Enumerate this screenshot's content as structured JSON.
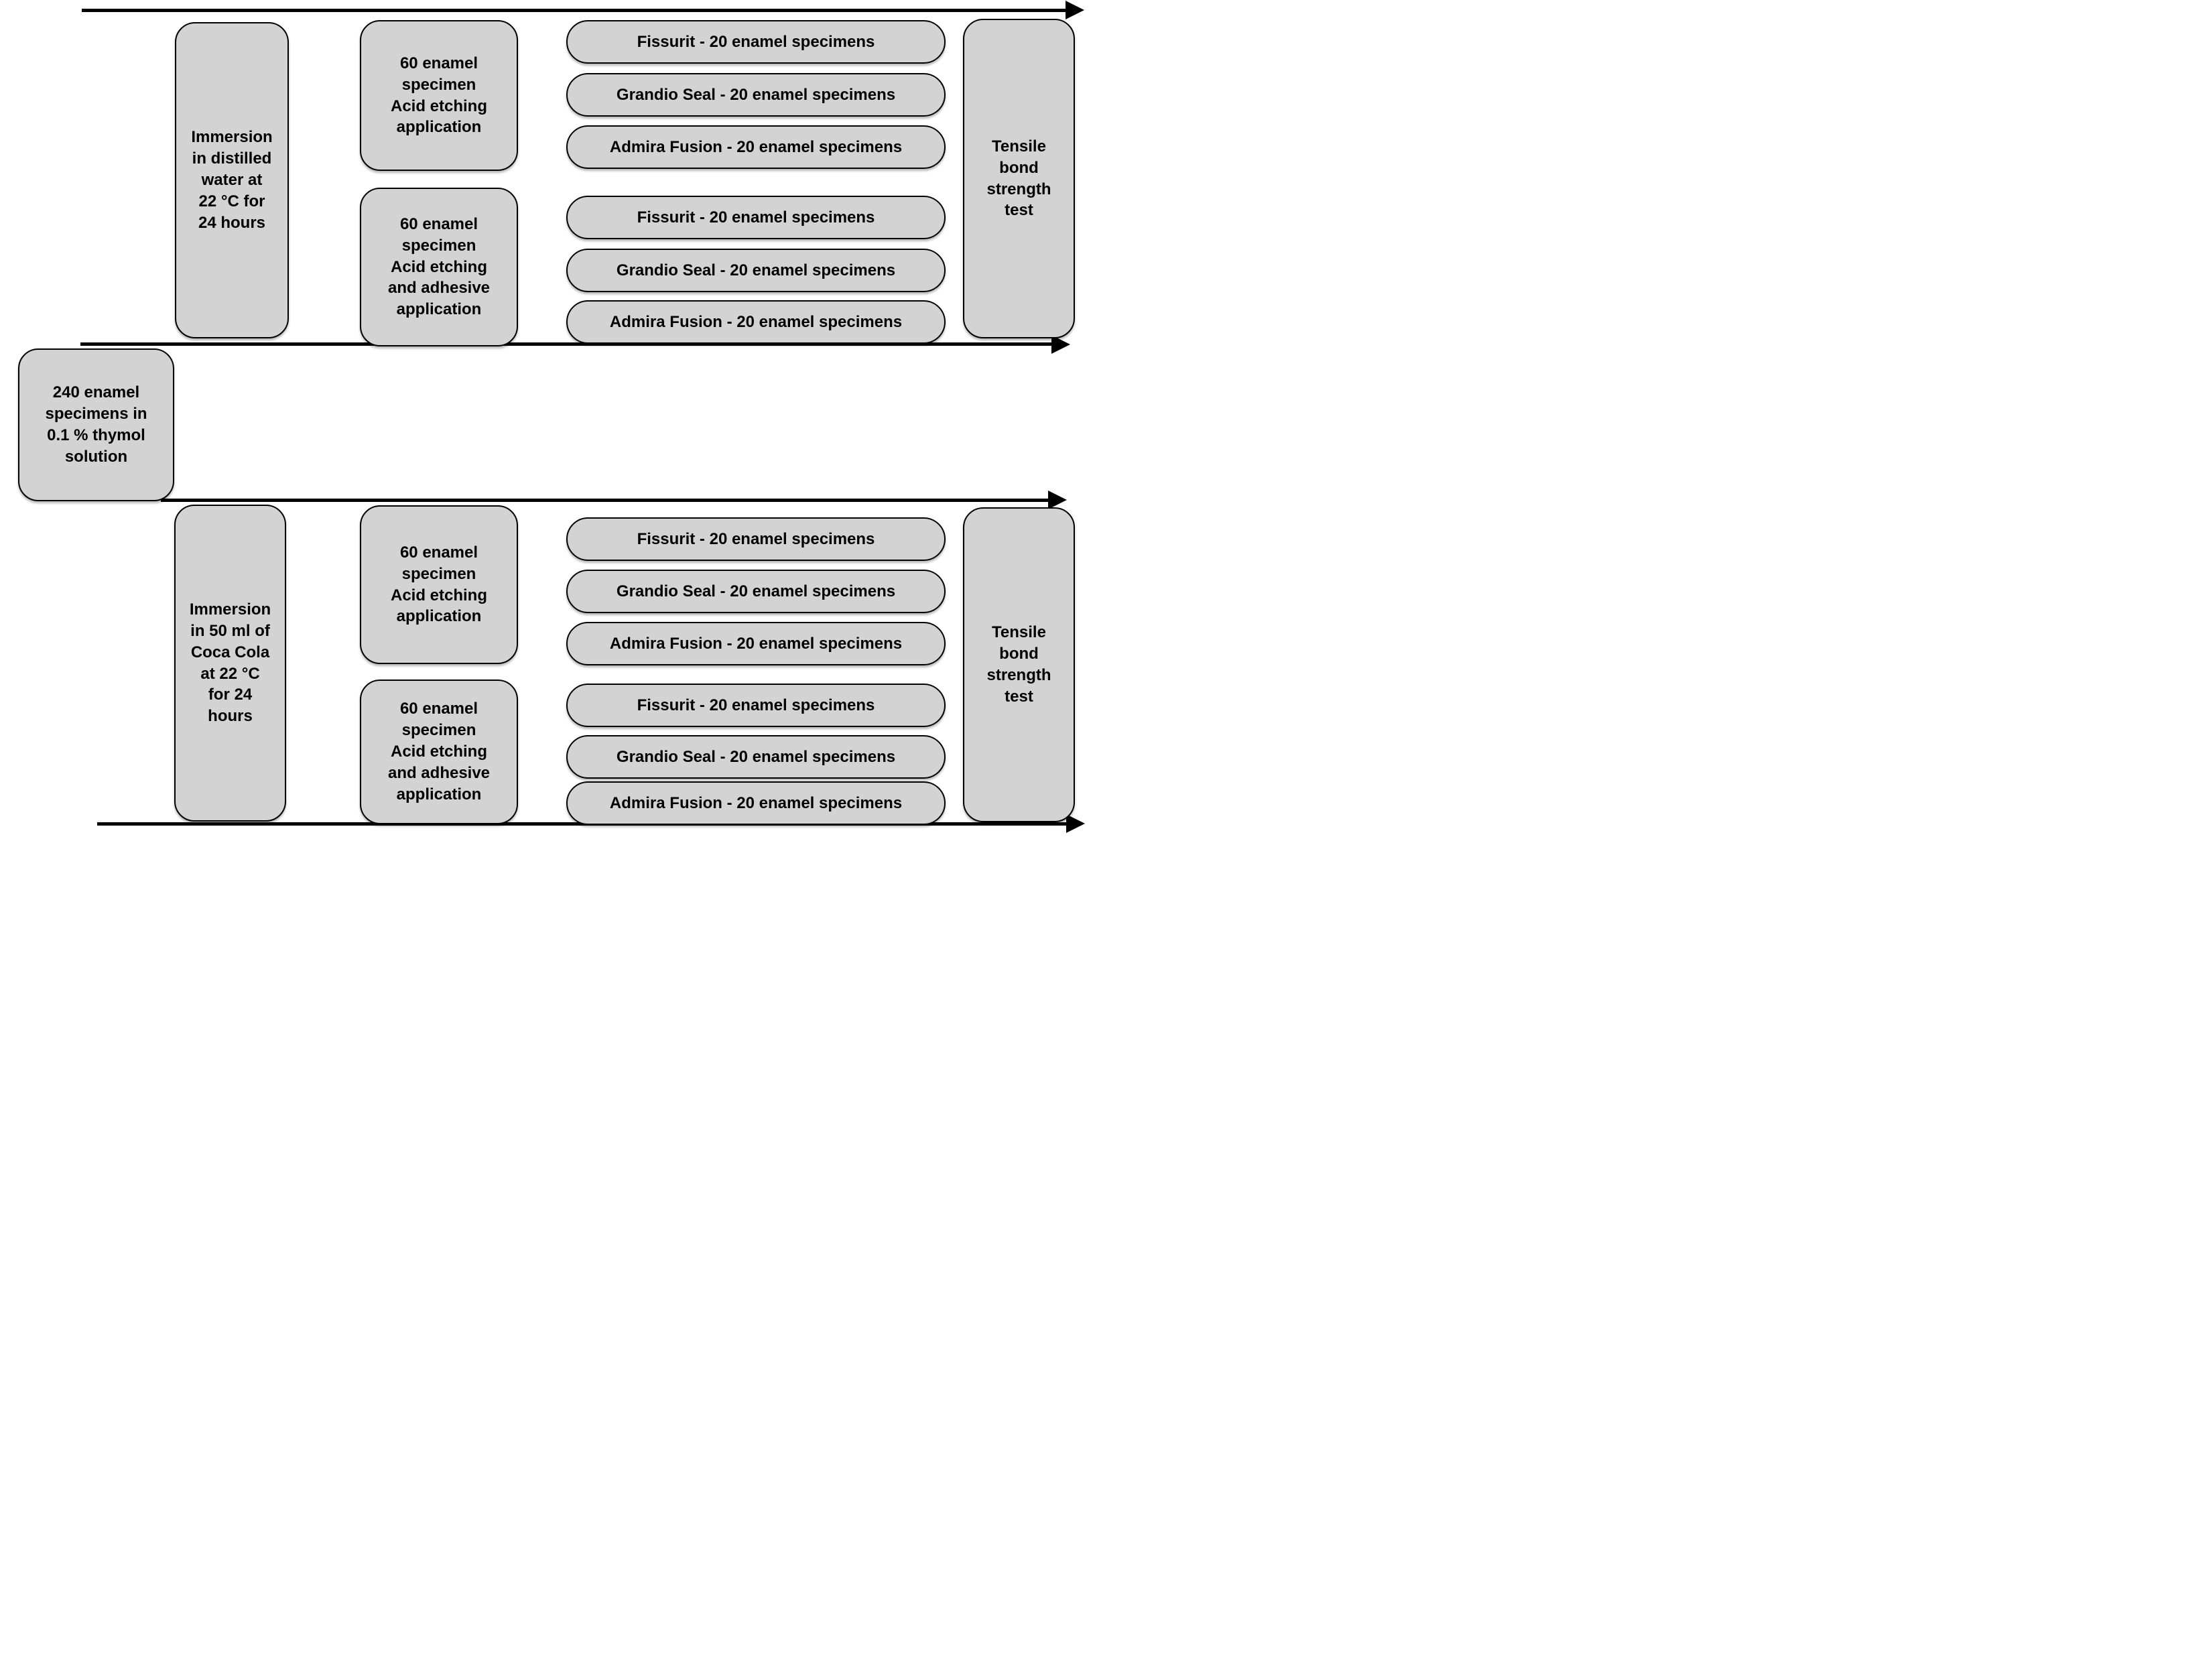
{
  "colors": {
    "node_fill": "#d3d3d3",
    "node_border": "#000000",
    "arrow": "#000000",
    "background": "#ffffff"
  },
  "source": {
    "label": "240 enamel\nspecimens in\n0.1 % thymol\nsolution"
  },
  "groups": [
    {
      "immersion": "Immersion\nin distilled\nwater at\n22 °C for\n24 hours",
      "treatments": [
        "60 enamel\nspecimen\nAcid etching\napplication",
        "60 enamel\nspecimen\nAcid etching\nand adhesive\napplication"
      ],
      "pills": [
        "Fissurit - 20 enamel specimens",
        "Grandio Seal - 20 enamel specimens",
        "Admira Fusion - 20 enamel specimens",
        "Fissurit - 20 enamel specimens",
        "Grandio Seal - 20 enamel specimens",
        "Admira Fusion - 20 enamel specimens"
      ],
      "outcome": "Tensile\nbond\nstrength\ntest"
    },
    {
      "immersion": "Immersion\nin 50 ml of\nCoca Cola\nat 22 °C\nfor 24\nhours",
      "treatments": [
        "60 enamel\nspecimen\nAcid etching\napplication",
        "60 enamel\nspecimen\nAcid etching\nand adhesive\napplication"
      ],
      "pills": [
        "Fissurit - 20 enamel specimens",
        "Grandio Seal - 20 enamel specimens",
        "Admira Fusion - 20 enamel specimens",
        "Fissurit - 20 enamel specimens",
        "Grandio Seal - 20 enamel specimens",
        "Admira Fusion - 20 enamel specimens"
      ],
      "outcome": "Tensile\nbond\nstrength\ntest"
    }
  ]
}
